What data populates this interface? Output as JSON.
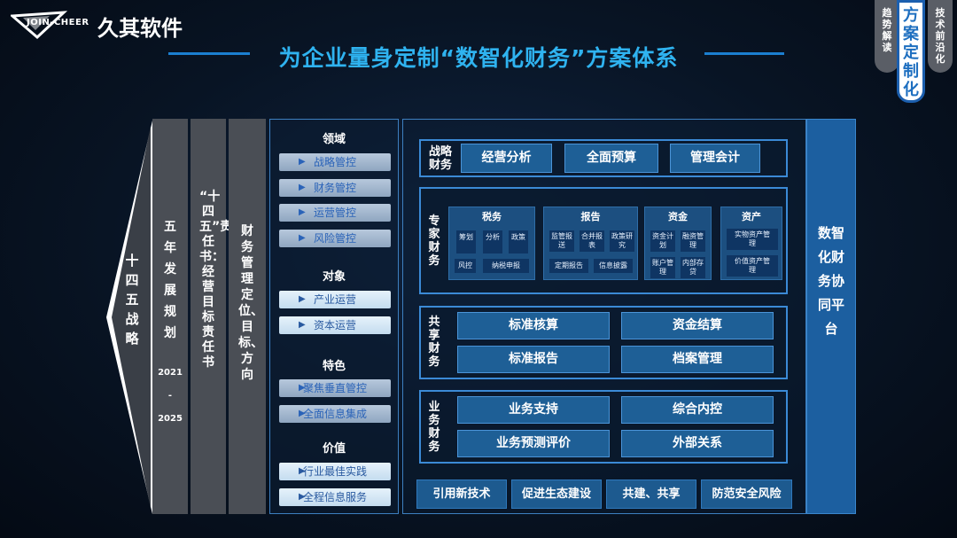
{
  "header": {
    "logo_text": "JOIN-CHEER",
    "logo_cn": "久其软件",
    "title": "为企业量身定制“数智化财务”方案体系"
  },
  "tabs": [
    {
      "label": "趋势解读"
    },
    {
      "label": "方案定制化"
    },
    {
      "label": "技术前沿化"
    }
  ],
  "left": {
    "strategy": "十四五战略",
    "plan": "五年发展规划",
    "plan_years": [
      "2021",
      "-",
      "2025"
    ],
    "responsibility": "“十四五”责任书：经营目标责任书",
    "positioning": "财务管理定位、目标、方向"
  },
  "domains": {
    "sections": [
      {
        "title": "领域",
        "items": [
          "战略管控",
          "财务管控",
          "运营管控",
          "风险管控"
        ]
      },
      {
        "title": "对象",
        "items": [
          "产业运营",
          "资本运营"
        ]
      },
      {
        "title": "特色",
        "items": [
          "聚焦垂直管控",
          "全面信息集成"
        ]
      },
      {
        "title": "价值",
        "items": [
          "行业最佳实践",
          "全程信息服务"
        ]
      }
    ]
  },
  "main": {
    "strategic": {
      "label": "战略财务",
      "items": [
        "经营分析",
        "全面预算",
        "管理会计"
      ]
    },
    "expert": {
      "label": "专家财务",
      "categories": [
        {
          "title": "税务",
          "items": [
            "筹划",
            "分析",
            "政策",
            "风控",
            "纳税申报"
          ]
        },
        {
          "title": "报告",
          "items": [
            "监管报送",
            "合并报表",
            "政策研究",
            "定期报告",
            "信息披露"
          ]
        },
        {
          "title": "资金",
          "items": [
            "资金计划",
            "融资管理",
            "账户管理",
            "内部存贷"
          ]
        },
        {
          "title": "资产",
          "items": [
            "实物资产管理",
            "价值资产管理"
          ]
        }
      ]
    },
    "shared": {
      "label": "共享财务",
      "items": [
        "标准核算",
        "资金结算",
        "标准报告",
        "档案管理"
      ]
    },
    "business": {
      "label": "业务财务",
      "items": [
        "业务支持",
        "综合内控",
        "业务预测评价",
        "外部关系"
      ]
    },
    "bottom": [
      "引用新技术",
      "促进生态建设",
      "共建、共享",
      "防范安全风险"
    ]
  },
  "platform": {
    "label": "数智化财务协同平台"
  },
  "colors": {
    "title": "#2fb3f0",
    "accent": "#1c5fa0",
    "pill": "#2a63b8"
  }
}
